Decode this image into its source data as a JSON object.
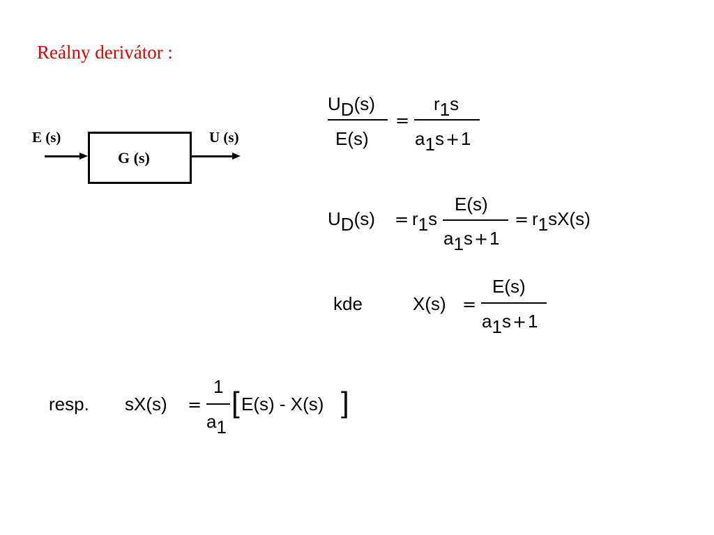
{
  "title": "Reálny derivátor :",
  "block_diagram": {
    "input_label": "E (s)",
    "block_label": "G (s)",
    "output_label": "U (s)"
  },
  "eq1": {
    "lhs_num_base": "U",
    "lhs_num_sub": "D",
    "lhs_num_arg": "(s)",
    "lhs_den": "E(s)",
    "equals": "=",
    "rhs_num_base": "r",
    "rhs_num_sub": "1",
    "rhs_num_rest": "s",
    "rhs_den_base": "a",
    "rhs_den_sub": "1",
    "rhs_den_rest": "s",
    "plus": "+",
    "one": "1"
  },
  "eq2": {
    "lhs_base": "U",
    "lhs_sub": "D",
    "lhs_arg": "(s)",
    "equals1": "=",
    "factor_base": "r",
    "factor_sub": "1",
    "factor_rest": "s",
    "frac_num": "E(s)",
    "frac_den_base": "a",
    "frac_den_sub": "1",
    "frac_den_rest": "s",
    "plus": "+",
    "one": "1",
    "equals2": "=",
    "rhs_base": "r",
    "rhs_sub": "1",
    "rhs_rest": "sX(s)"
  },
  "eq3": {
    "word": "kde",
    "lhs": "X(s)",
    "equals": "=",
    "num": "E(s)",
    "den_base": "a",
    "den_sub": "1",
    "den_rest": "s",
    "plus": "+",
    "one": "1"
  },
  "eq4": {
    "word": "resp.",
    "lhs": "sX(s)",
    "equals": "=",
    "num": "1",
    "den_base": "a",
    "den_sub": "1",
    "bracket_open": "[",
    "inner": "E(s) - X(s)",
    "bracket_close": "]"
  }
}
